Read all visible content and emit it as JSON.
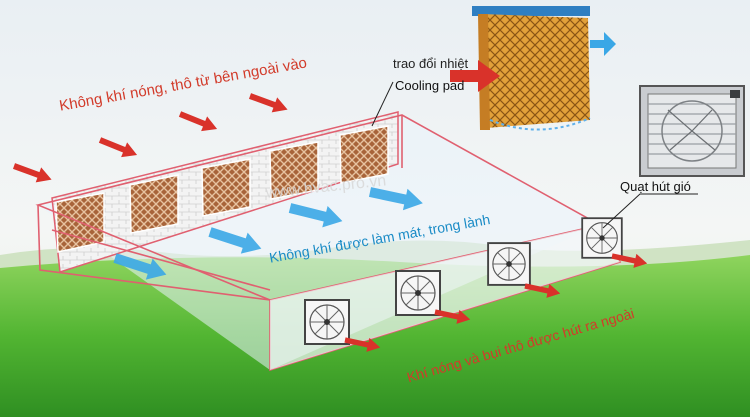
{
  "labels": {
    "hot_air_in": "Không khí nóng, thô từ bên ngoài vào",
    "heat_exchange": "trao đổi nhiệt",
    "cooling_pad": "Cooling pad",
    "exhaust_fan": "Quạt hút gió",
    "cool_air": "Không khí được làm mát, trong lành",
    "hot_dusty_out": "Khí nóng và bụi thô được hút ra ngoài",
    "watermark": "www.hvac.pro.vn"
  },
  "colors": {
    "sky_top": "#eef4f8",
    "grass": "#5fbf3a",
    "hot_arrow": "#d9322a",
    "cool_arrow": "#3aa7e6",
    "building_edge": "#e06070",
    "pad_orange": "#d98b2a"
  }
}
